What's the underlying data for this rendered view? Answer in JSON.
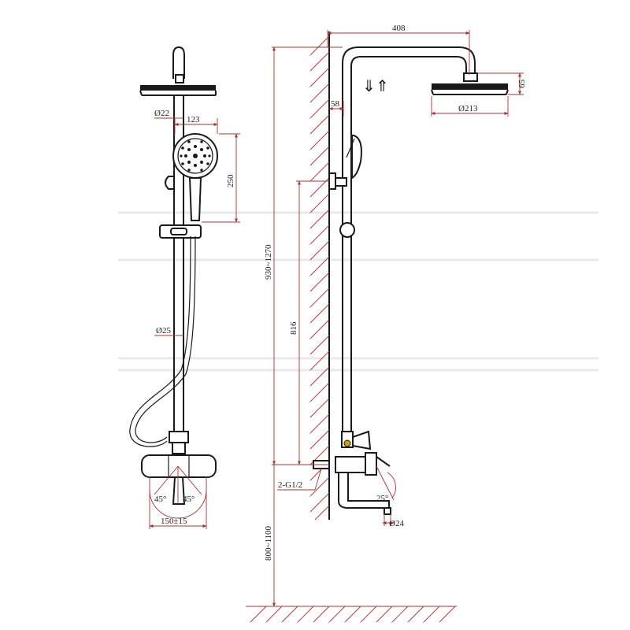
{
  "dimensions": {
    "front": {
      "pipe_diameter_top": "Ø22",
      "handshower_width": "123",
      "handshower_height": "250",
      "rail_diameter": "Ø25",
      "lever_angle_left": "45°",
      "lever_angle_right": "45°",
      "center_distance": "150±15"
    },
    "side": {
      "arm_length": "408",
      "head_height": "65",
      "head_diameter": "Ø213",
      "wall_offset": "58",
      "total_height": "930~1270",
      "rail_height": "816",
      "connection": "2-G1/2",
      "spout_angle": "25°",
      "spout_diameter": "Ø24",
      "install_height": "800~1100"
    }
  },
  "flow_arrows": [
    "⇓",
    "⇑"
  ],
  "colors": {
    "line": "#1a1a1a",
    "dimension": "#b03030"
  }
}
